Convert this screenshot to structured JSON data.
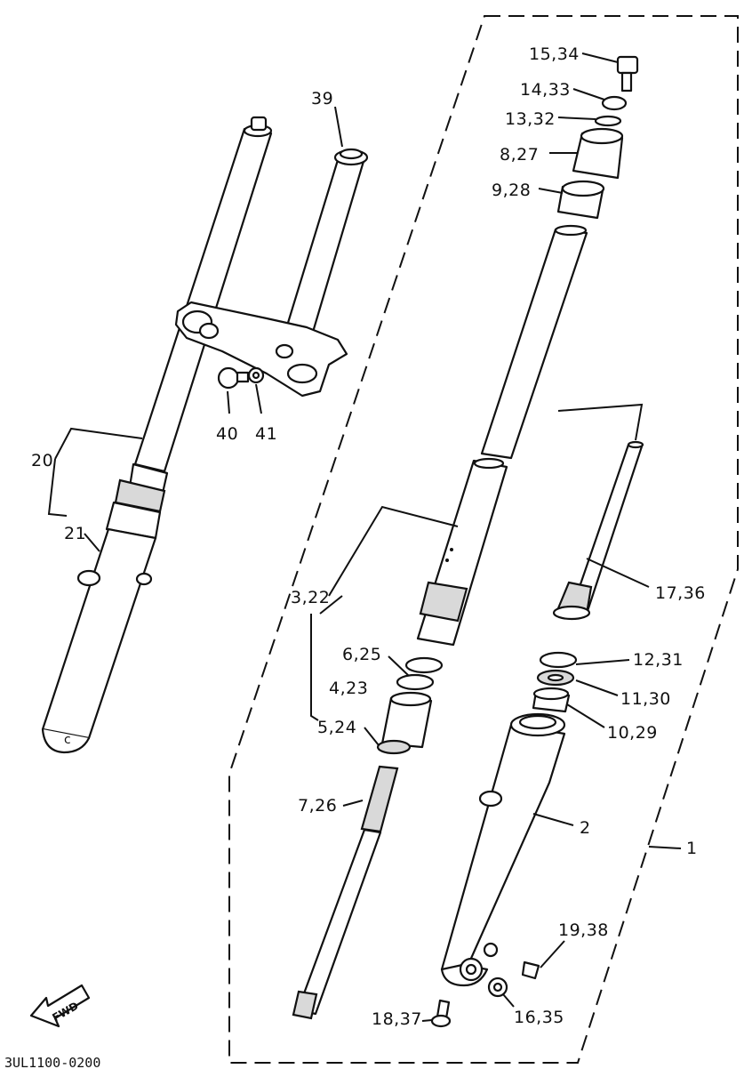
{
  "diagram": {
    "part_code": "3UL1100-0200",
    "direction_badge": "FWD",
    "labels": {
      "l1": "1",
      "l2": "2",
      "l3_22": "3,22",
      "l4_23": "4,23",
      "l5_24": "5,24",
      "l6_25": "6,25",
      "l7_26": "7,26",
      "l8_27": "8,27",
      "l9_28": "9,28",
      "l10_29": "10,29",
      "l11_30": "11,30",
      "l12_31": "12,31",
      "l13_32": "13,32",
      "l14_33": "14,33",
      "l15_34": "15,34",
      "l16_35": "16,35",
      "l17_36": "17,36",
      "l18_37": "18,37",
      "l19_38": "19,38",
      "l20": "20",
      "l21": "21",
      "l39": "39",
      "l40": "40",
      "l41": "41"
    }
  }
}
